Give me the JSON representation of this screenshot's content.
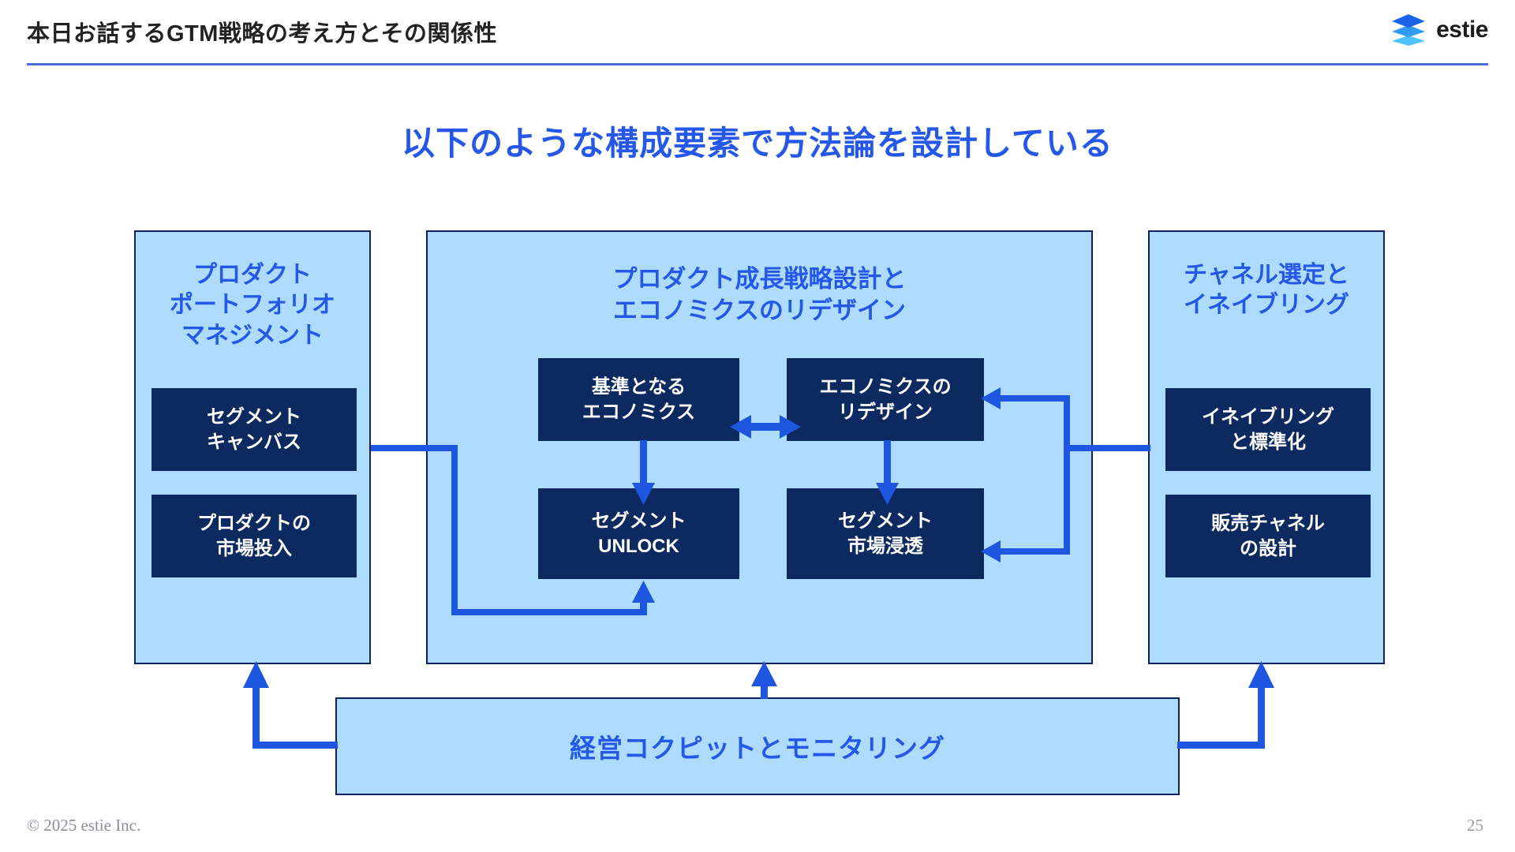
{
  "header": {
    "title": "本日お話するGTM戦略の考え方とその関係性",
    "logo_text": "estie",
    "rule_color": "#4a6fd4"
  },
  "headline": "以下のような構成要素で方法論を設計している",
  "colors": {
    "accent_blue": "#2557e8",
    "panel_fill": "#addcff",
    "panel_border": "#0d2060",
    "node_fill": "#0d2a60",
    "node_text": "#ffffff",
    "arrow": "#1f56e0",
    "title_text": "#222222",
    "footer_text": "#8b8f96"
  },
  "panels": {
    "left": {
      "title": "プロダクト\nポートフォリオ\nマネジメント",
      "nodes": [
        {
          "label": "セグメント\nキャンバス"
        },
        {
          "label": "プロダクトの\n市場投入"
        }
      ]
    },
    "center": {
      "title": "プロダクト成長戦略設計と\nエコノミクスのリデザイン",
      "nodes": [
        {
          "label": "基準となる\nエコノミクス"
        },
        {
          "label": "エコノミクスの\nリデザイン"
        },
        {
          "label": "セグメント\nUNLOCK"
        },
        {
          "label": "セグメント\n市場浸透"
        }
      ]
    },
    "right": {
      "title": "チャネル選定と\nイネイブリング",
      "nodes": [
        {
          "label": "イネイブリング\nと標準化"
        },
        {
          "label": "販売チャネル\nの設計"
        }
      ]
    }
  },
  "bottom_bar": {
    "label": "経営コクピットとモニタリング"
  },
  "connectors": [
    {
      "name": "baseline-to-redesign",
      "kind": "double-arrow-horizontal"
    },
    {
      "name": "baseline-to-unlock",
      "kind": "arrow-down"
    },
    {
      "name": "redesign-to-penetration",
      "kind": "arrow-down"
    },
    {
      "name": "segment-canvas-to-unlock",
      "kind": "elbow-arrow-up"
    },
    {
      "name": "enabling-to-redesign",
      "kind": "elbow-arrow-left"
    },
    {
      "name": "enabling-to-penetration",
      "kind": "elbow-arrow-left"
    },
    {
      "name": "cockpit-to-left-panel",
      "kind": "elbow-arrow-up"
    },
    {
      "name": "cockpit-to-center-panel",
      "kind": "arrow-up"
    },
    {
      "name": "cockpit-to-right-panel",
      "kind": "elbow-arrow-up"
    }
  ],
  "footer": {
    "copyright": "© 2025 estie Inc.",
    "page_number": "25"
  }
}
